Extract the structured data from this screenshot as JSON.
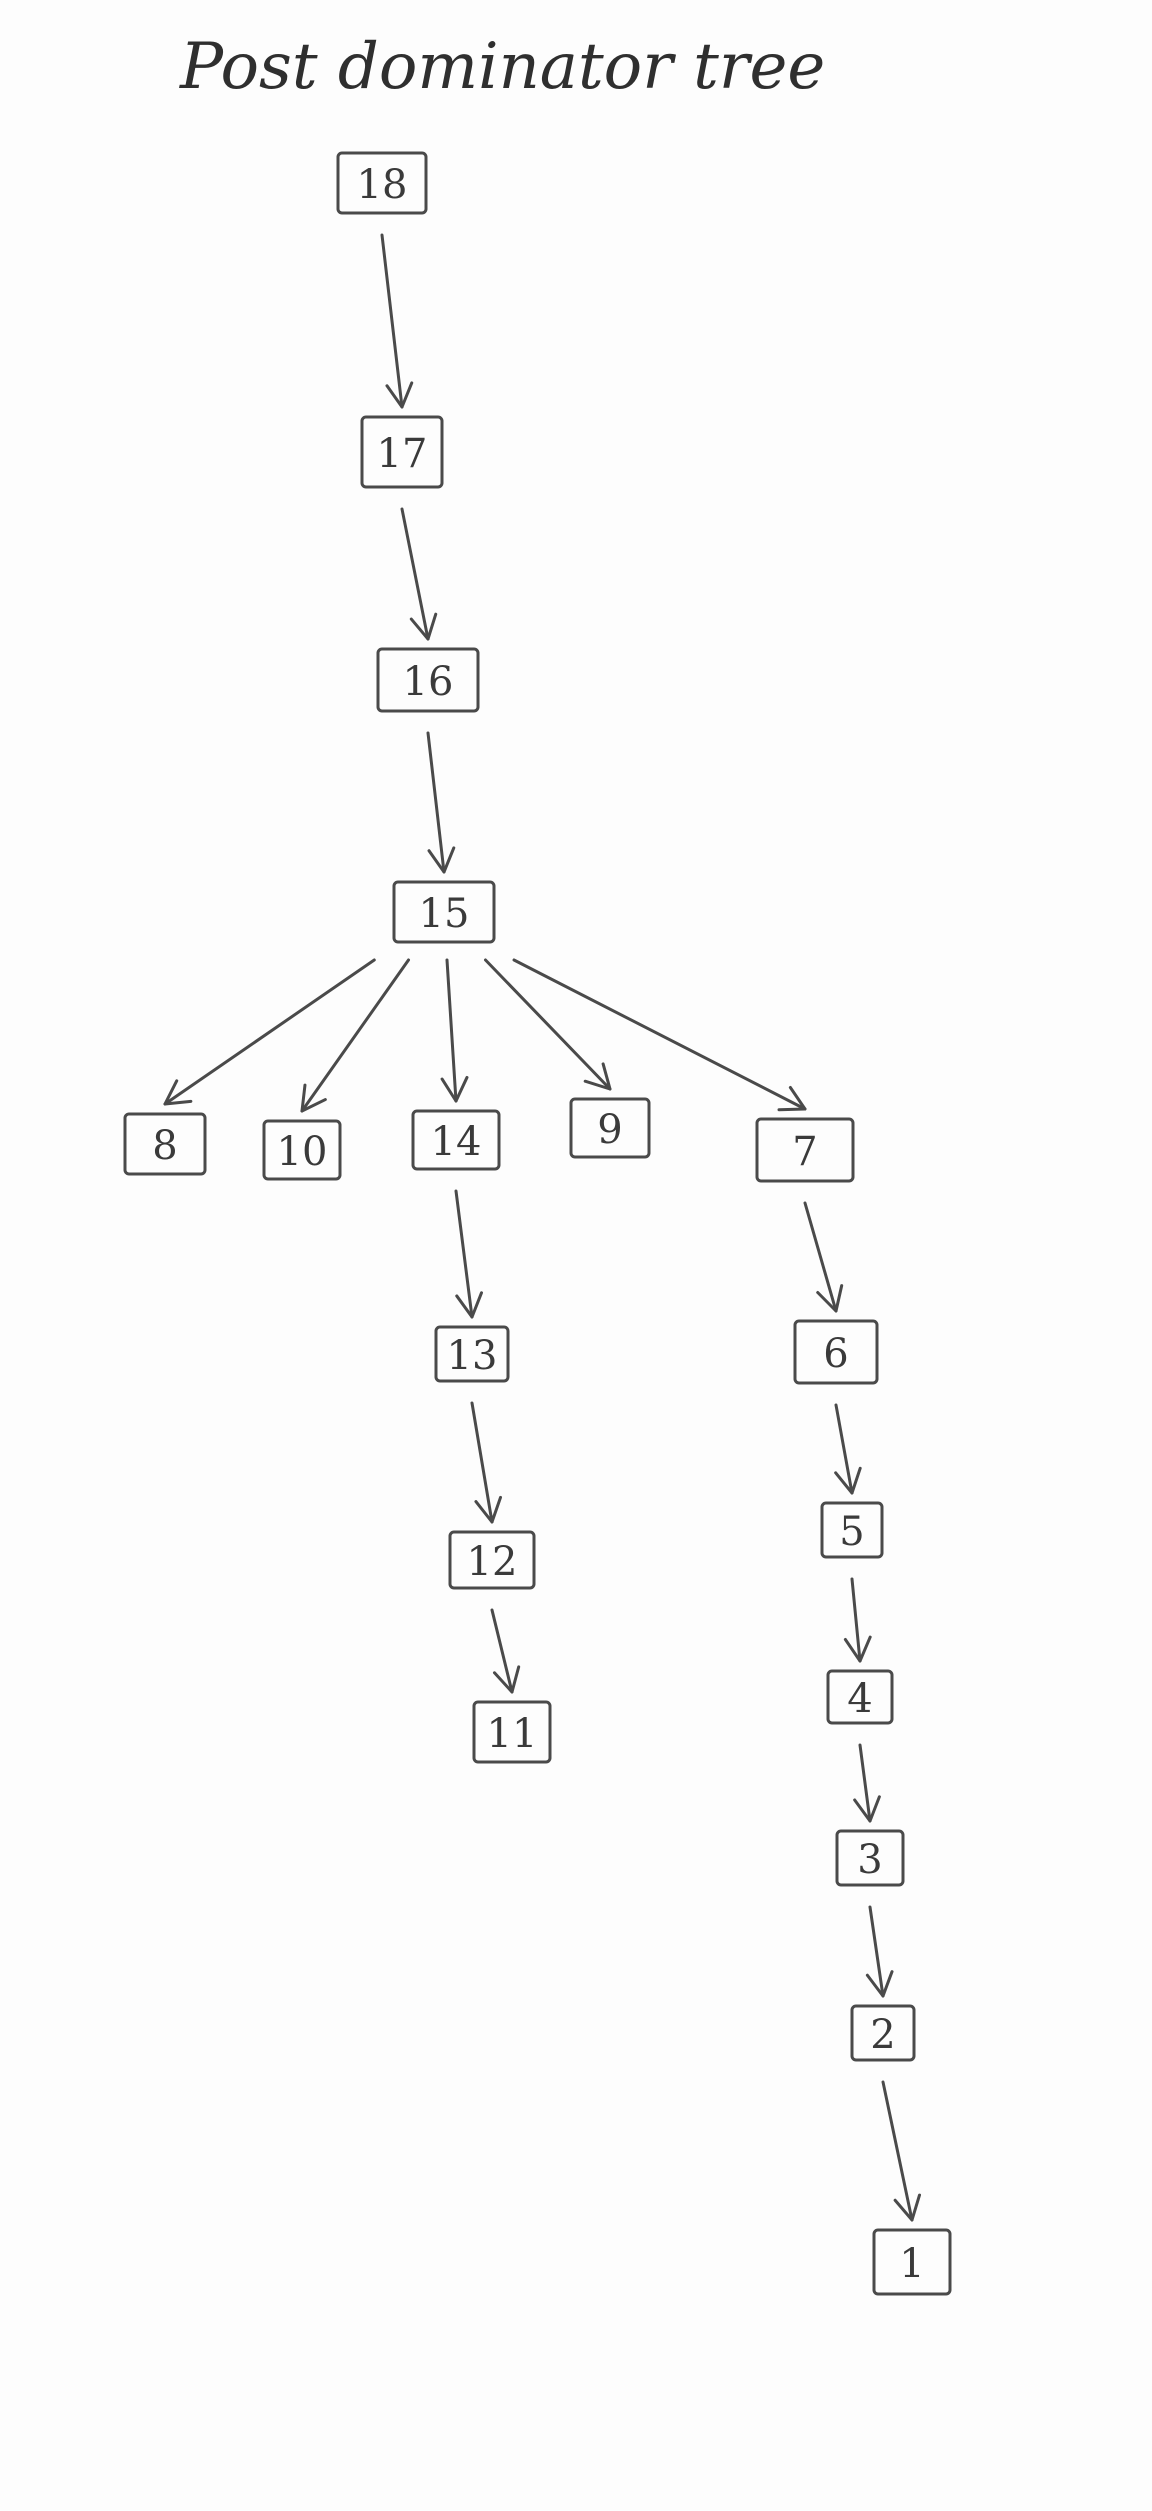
{
  "title": "Post dominator tree",
  "nodes": [
    {
      "id": "18",
      "label": "18"
    },
    {
      "id": "17",
      "label": "17"
    },
    {
      "id": "16",
      "label": "16"
    },
    {
      "id": "15",
      "label": "15"
    },
    {
      "id": "8",
      "label": "8"
    },
    {
      "id": "10",
      "label": "10"
    },
    {
      "id": "14",
      "label": "14"
    },
    {
      "id": "9",
      "label": "9"
    },
    {
      "id": "7",
      "label": "7"
    },
    {
      "id": "13",
      "label": "13"
    },
    {
      "id": "12",
      "label": "12"
    },
    {
      "id": "11",
      "label": "11"
    },
    {
      "id": "6",
      "label": "6"
    },
    {
      "id": "5",
      "label": "5"
    },
    {
      "id": "4",
      "label": "4"
    },
    {
      "id": "3",
      "label": "3"
    },
    {
      "id": "2",
      "label": "2"
    },
    {
      "id": "1",
      "label": "1"
    }
  ],
  "edges": [
    {
      "from": "18",
      "to": "17"
    },
    {
      "from": "17",
      "to": "16"
    },
    {
      "from": "16",
      "to": "15"
    },
    {
      "from": "15",
      "to": "8"
    },
    {
      "from": "15",
      "to": "10"
    },
    {
      "from": "15",
      "to": "14"
    },
    {
      "from": "15",
      "to": "9"
    },
    {
      "from": "15",
      "to": "7"
    },
    {
      "from": "14",
      "to": "13"
    },
    {
      "from": "13",
      "to": "12"
    },
    {
      "from": "12",
      "to": "11"
    },
    {
      "from": "7",
      "to": "6"
    },
    {
      "from": "6",
      "to": "5"
    },
    {
      "from": "5",
      "to": "4"
    },
    {
      "from": "4",
      "to": "3"
    },
    {
      "from": "3",
      "to": "2"
    },
    {
      "from": "2",
      "to": "1"
    }
  ]
}
